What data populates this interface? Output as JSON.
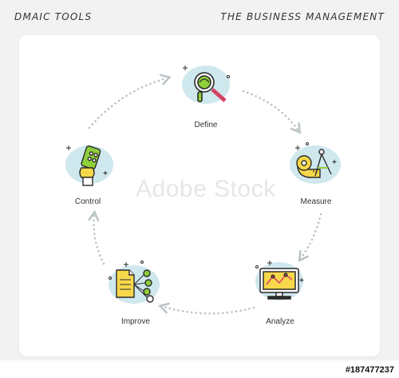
{
  "header": {
    "left_title": "DMAIC TOOLS",
    "right_title": "THE BUSINESS MANAGEMENT"
  },
  "diagram": {
    "steps": [
      {
        "label": "Define",
        "icon": "magnifier-icon"
      },
      {
        "label": "Measure",
        "icon": "tape-compass-icon"
      },
      {
        "label": "Analyze",
        "icon": "monitor-chart-icon"
      },
      {
        "label": "Improve",
        "icon": "checklist-icon"
      },
      {
        "label": "Control",
        "icon": "remote-control-icon"
      }
    ],
    "colors": {
      "blob": "#cfe8ee",
      "arrow": "#b9c3c5",
      "yellow": "#f7d84a",
      "green": "#8ecf3a",
      "pink": "#e0486b",
      "outline": "#2b2b2b"
    }
  },
  "watermark": "Adobe Stock",
  "stock_id": "#187477237"
}
